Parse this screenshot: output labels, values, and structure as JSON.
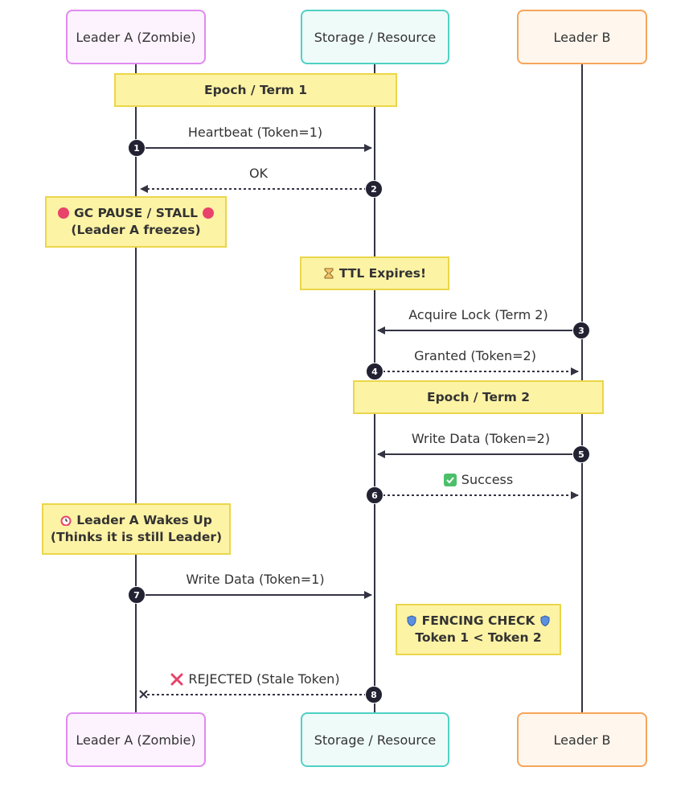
{
  "participants": {
    "leader_a": "Leader A (Zombie)",
    "storage": "Storage / Resource",
    "leader_b": "Leader B"
  },
  "notes": {
    "epoch1": "Epoch / Term 1",
    "gc_pause_line1": "GC PAUSE / STALL",
    "gc_pause_line2": "(Leader A freezes)",
    "ttl": "TTL Expires!",
    "epoch2": "Epoch / Term 2",
    "wakes_line1": "Leader A Wakes Up",
    "wakes_line2": "(Thinks it is still Leader)",
    "fencing_line1": "FENCING CHECK",
    "fencing_line2": "Token 1 < Token 2"
  },
  "messages": [
    {
      "num": "1",
      "label": "Heartbeat (Token=1)"
    },
    {
      "num": "2",
      "label": "OK"
    },
    {
      "num": "3",
      "label": "Acquire Lock (Term 2)"
    },
    {
      "num": "4",
      "label": "Granted (Token=2)"
    },
    {
      "num": "5",
      "label": "Write Data (Token=2)"
    },
    {
      "num": "6",
      "label": "Success"
    },
    {
      "num": "7",
      "label": "Write Data (Token=1)"
    },
    {
      "num": "8",
      "label": "REJECTED (Stale Token)"
    }
  ],
  "icons": {
    "gc_pause": "stop-sign-icon",
    "ttl": "hourglass-icon",
    "success": "check-mark-icon",
    "wakes": "alarm-clock-icon",
    "fencing": "shield-icon",
    "rejected": "cross-mark-icon"
  },
  "colors": {
    "leader_a": "#e08af0",
    "storage": "#4fd1c5",
    "leader_b": "#f6a55a",
    "note_fill": "#fdf3a5",
    "note_border": "#ead64a",
    "arrow": "#333344"
  }
}
